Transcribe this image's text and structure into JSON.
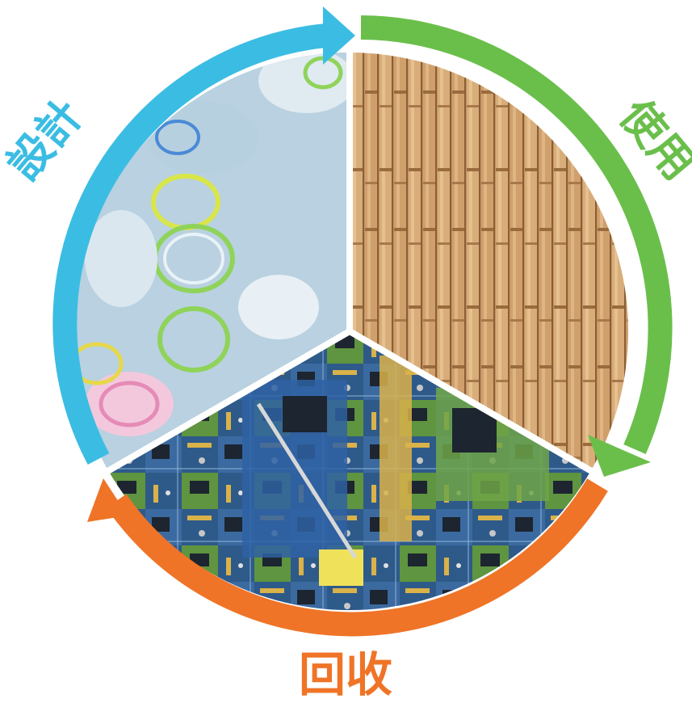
{
  "diagram": {
    "type": "cycle",
    "stages": [
      {
        "id": "design",
        "label": "設計",
        "color": "#3bbde3",
        "image": "plastic-bottles"
      },
      {
        "id": "use",
        "label": "使用",
        "color": "#6abf4b",
        "image": "bamboo-wall"
      },
      {
        "id": "recycle",
        "label": "回收",
        "color": "#ef7427",
        "image": "circuit-boards"
      }
    ]
  }
}
